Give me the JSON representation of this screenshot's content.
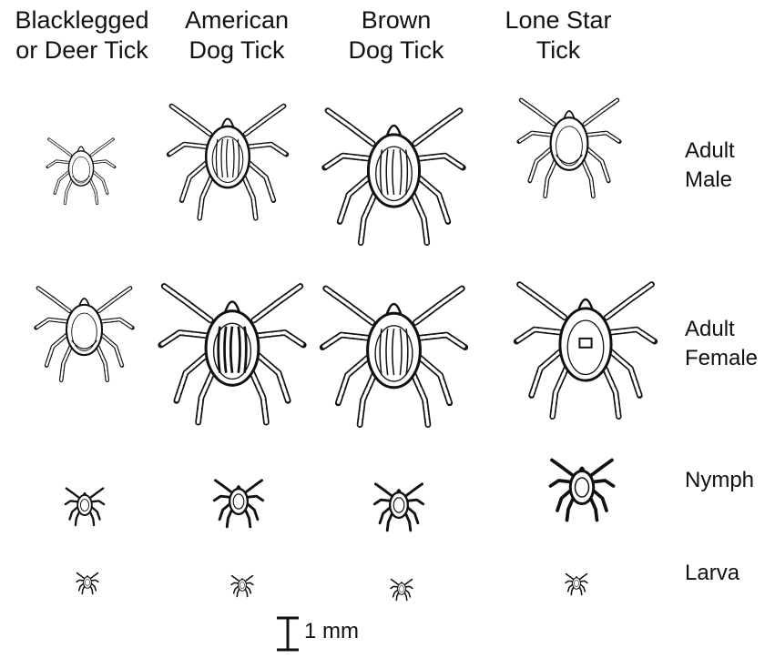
{
  "columns": [
    {
      "title": "Blacklegged\nor Deer Tick"
    },
    {
      "title": "American\nDog Tick"
    },
    {
      "title": "Brown\nDog Tick"
    },
    {
      "title": "Lone Star\nTick"
    }
  ],
  "rows": [
    {
      "label": "Adult\nMale"
    },
    {
      "label": "Adult\nFemale"
    },
    {
      "label": "Nymph"
    },
    {
      "label": "Larva"
    }
  ],
  "scale_bar": {
    "label": "1 mm"
  }
}
